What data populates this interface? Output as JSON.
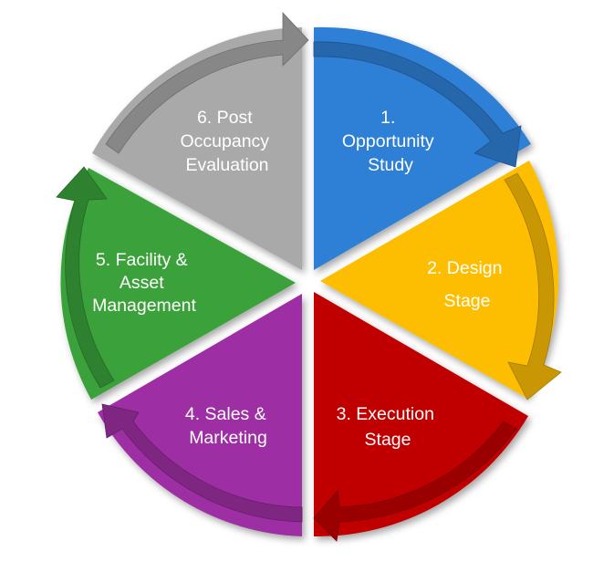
{
  "colors": {
    "blue": "#2f7fd6",
    "yellow": "#fdbd05",
    "red": "#c00000",
    "purple": "#9e2fa3",
    "green": "#3aa13a",
    "gray": "#a9a9a9"
  },
  "segments": [
    {
      "id": "opportunity",
      "color_key": "blue",
      "lines": [
        "1.",
        "Opportunity",
        "Study"
      ]
    },
    {
      "id": "design",
      "color_key": "yellow",
      "lines": [
        "2. Design",
        "Stage"
      ]
    },
    {
      "id": "execution",
      "color_key": "red",
      "lines": [
        "3. Execution",
        "Stage"
      ]
    },
    {
      "id": "sales",
      "color_key": "purple",
      "lines": [
        "4. Sales &",
        "Marketing"
      ]
    },
    {
      "id": "facility",
      "color_key": "green",
      "lines": [
        "5. Facility &",
        "Asset",
        "Management"
      ]
    },
    {
      "id": "post-occupancy",
      "color_key": "gray",
      "lines": [
        "6. Post",
        "Occupancy",
        "Evaluation"
      ]
    }
  ]
}
